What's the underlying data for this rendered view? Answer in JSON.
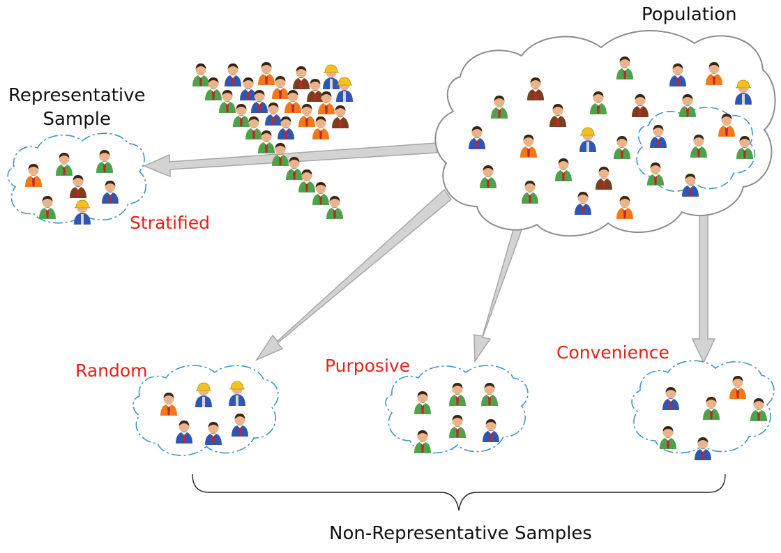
{
  "labels": {
    "population": "Population",
    "representative_line1": "Representative",
    "representative_line2": "Sample",
    "stratified": "Stratified",
    "random": "Random",
    "purposive": "Purposive",
    "convenience": "Convenience",
    "non_representative": "Non-Representative Samples"
  },
  "colors": {
    "label_red": "#e8201c",
    "label_black": "#111111",
    "cloud_outline_population": "#8c8c8c",
    "cloud_outline_sample": "#3d95c9",
    "arrow_fill": "#d3d3d3",
    "arrow_stroke": "#a6a6a6",
    "person_shirt_green": "#4ea24b",
    "person_shirt_blue": "#2f56b0",
    "person_shirt_orange": "#f07a1b",
    "person_shirt_brown": "#7a3f1e",
    "person_tie": "#c0262b",
    "hard_hat": "#f3c21a"
  },
  "icons": {
    "person": "person-icon",
    "hard_hat_person": "hard-hat-person-icon",
    "cloud": "cloud-shape",
    "arrow": "block-arrow",
    "brace": "curly-brace"
  }
}
